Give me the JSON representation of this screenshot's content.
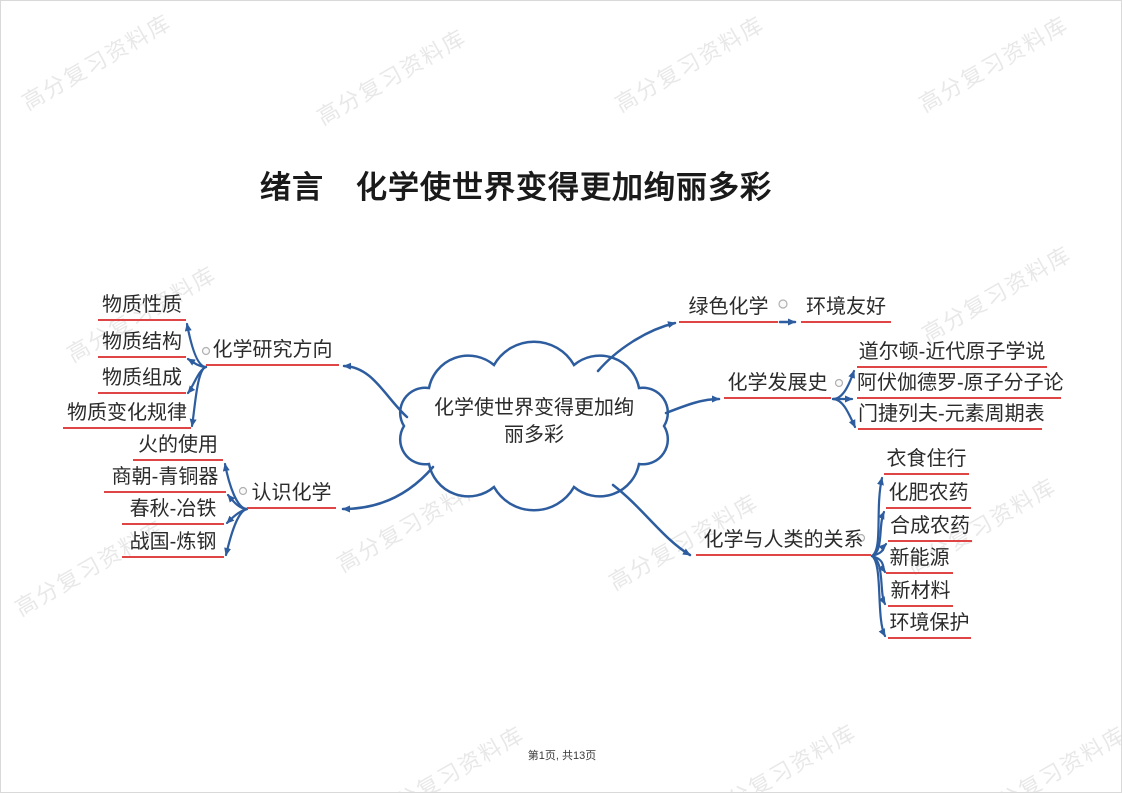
{
  "page": {
    "title": "绪言　化学使世界变得更加绚丽多彩",
    "footer": "第1页, 共13页",
    "watermark": "高分复习资料库"
  },
  "colors": {
    "branch_blue": "#2d5d9f",
    "underline_red": "#df4545",
    "watermark_gray": "#c9c9c9"
  },
  "mindmap": {
    "central": {
      "label": "化学使世界变得更加绚丽多彩",
      "label_line1": "化学使世界变得更加绚",
      "label_line2": "丽多彩"
    },
    "branches": [
      {
        "label": "化学研究方向",
        "children": [
          "物质性质",
          "物质结构",
          "物质组成",
          "物质变化规律"
        ]
      },
      {
        "label": "认识化学",
        "children": [
          "火的使用",
          "商朝-青铜器",
          "春秋-冶铁",
          "战国-炼钢"
        ]
      },
      {
        "label": "绿色化学",
        "children": [
          "环境友好"
        ]
      },
      {
        "label": "化学发展史",
        "children": [
          "道尔顿-近代原子学说",
          "阿伏伽德罗-原子分子论",
          "门捷列夫-元素周期表"
        ]
      },
      {
        "label": "化学与人类的关系",
        "children": [
          "衣食住行",
          "化肥农药",
          "合成农药",
          "新能源",
          "新材料",
          "环境保护"
        ]
      }
    ]
  }
}
